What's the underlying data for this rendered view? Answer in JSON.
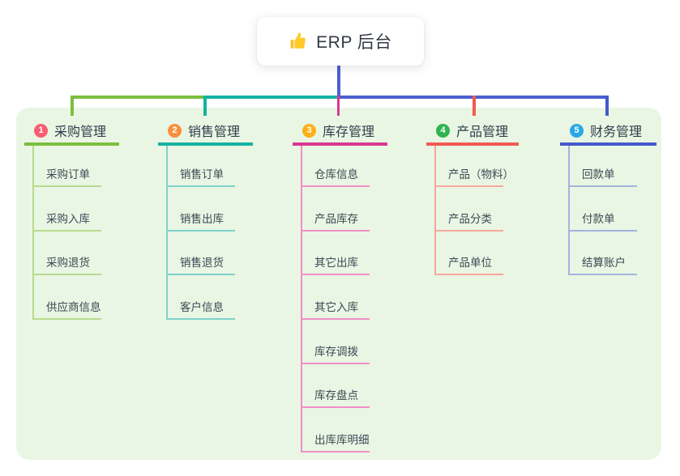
{
  "root": {
    "title": "ERP 后台",
    "icon": "thumbs-up-icon"
  },
  "colors": {
    "canvas_bg": "#ffffff",
    "panel_bg": "#e9f6e3",
    "root_card_bg": "#ffffff",
    "root_connector": "#4c5fd0",
    "header_text": "#2e3d4c",
    "child_text": "#3a4956",
    "root_text": "#333a45",
    "icon_yellow": "#fbc02d"
  },
  "branches": [
    {
      "num": "1",
      "label": "采购管理",
      "badge_color": "#f85d70",
      "line_color": "#7cbe3e",
      "light_color": "#b7db8f",
      "children": [
        "采购订单",
        "采购入库",
        "采购退货",
        "供应商信息"
      ]
    },
    {
      "num": "2",
      "label": "销售管理",
      "badge_color": "#f98f3e",
      "line_color": "#14b2a2",
      "light_color": "#7fd2ca",
      "children": [
        "销售订单",
        "销售出库",
        "销售退货",
        "客户信息"
      ]
    },
    {
      "num": "3",
      "label": "库存管理",
      "badge_color": "#fbb018",
      "line_color": "#da3792",
      "light_color": "#f18fc7",
      "children": [
        "仓库信息",
        "产品库存",
        "其它出库",
        "其它入库",
        "库存调拨",
        "库存盘点",
        "出库库明细"
      ]
    },
    {
      "num": "4",
      "label": "产品管理",
      "badge_color": "#2eb350",
      "line_color": "#f15a51",
      "light_color": "#f8a79f",
      "children": [
        "产品（物料）",
        "产品分类",
        "产品单位"
      ]
    },
    {
      "num": "5",
      "label": "财务管理",
      "badge_color": "#2aa8e8",
      "line_color": "#4459cc",
      "light_color": "#a4b4dd",
      "children": [
        "回款单",
        "付款单",
        "结算账户"
      ]
    }
  ]
}
